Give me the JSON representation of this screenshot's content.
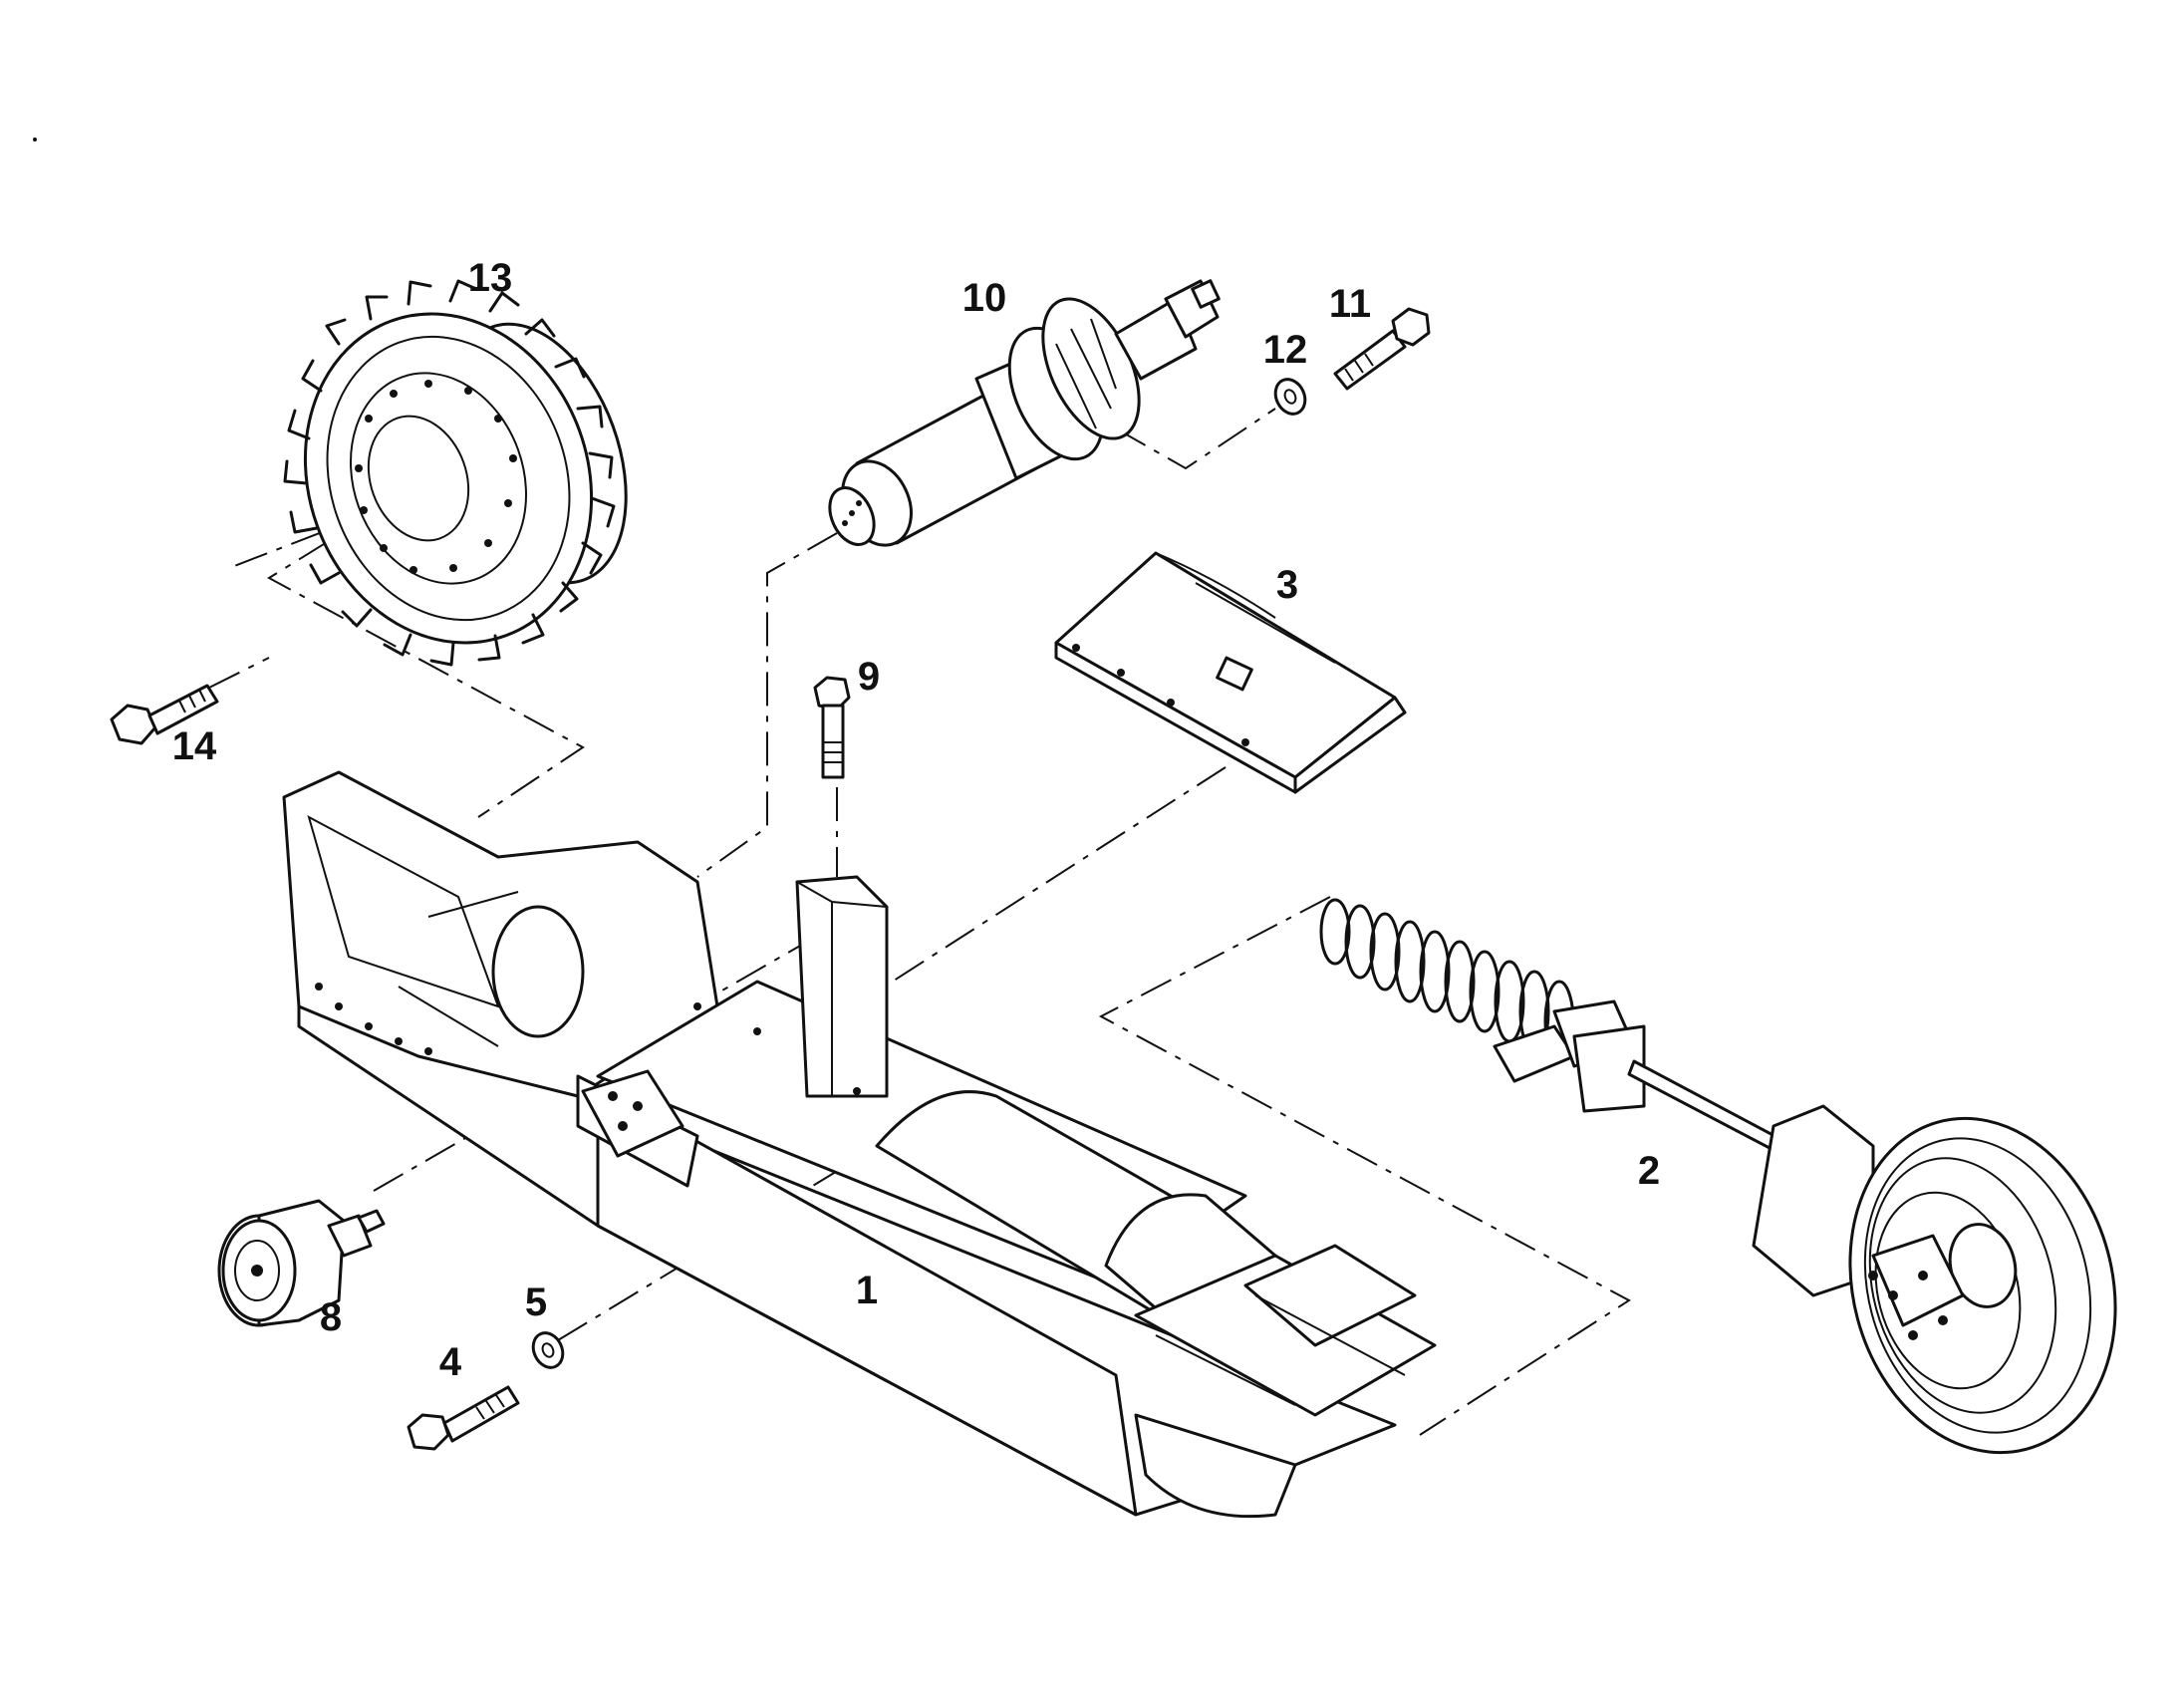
{
  "diagram": {
    "callouts": {
      "frame": "1",
      "idler": "2",
      "guard": "3",
      "bolt_front": "4",
      "washer_front": "5",
      "roller": "8",
      "bolt_top": "9",
      "final_drive": "10",
      "bolt_drive": "11",
      "washer_drive": "12",
      "sprocket": "13",
      "bolt_sprocket": "14"
    }
  }
}
